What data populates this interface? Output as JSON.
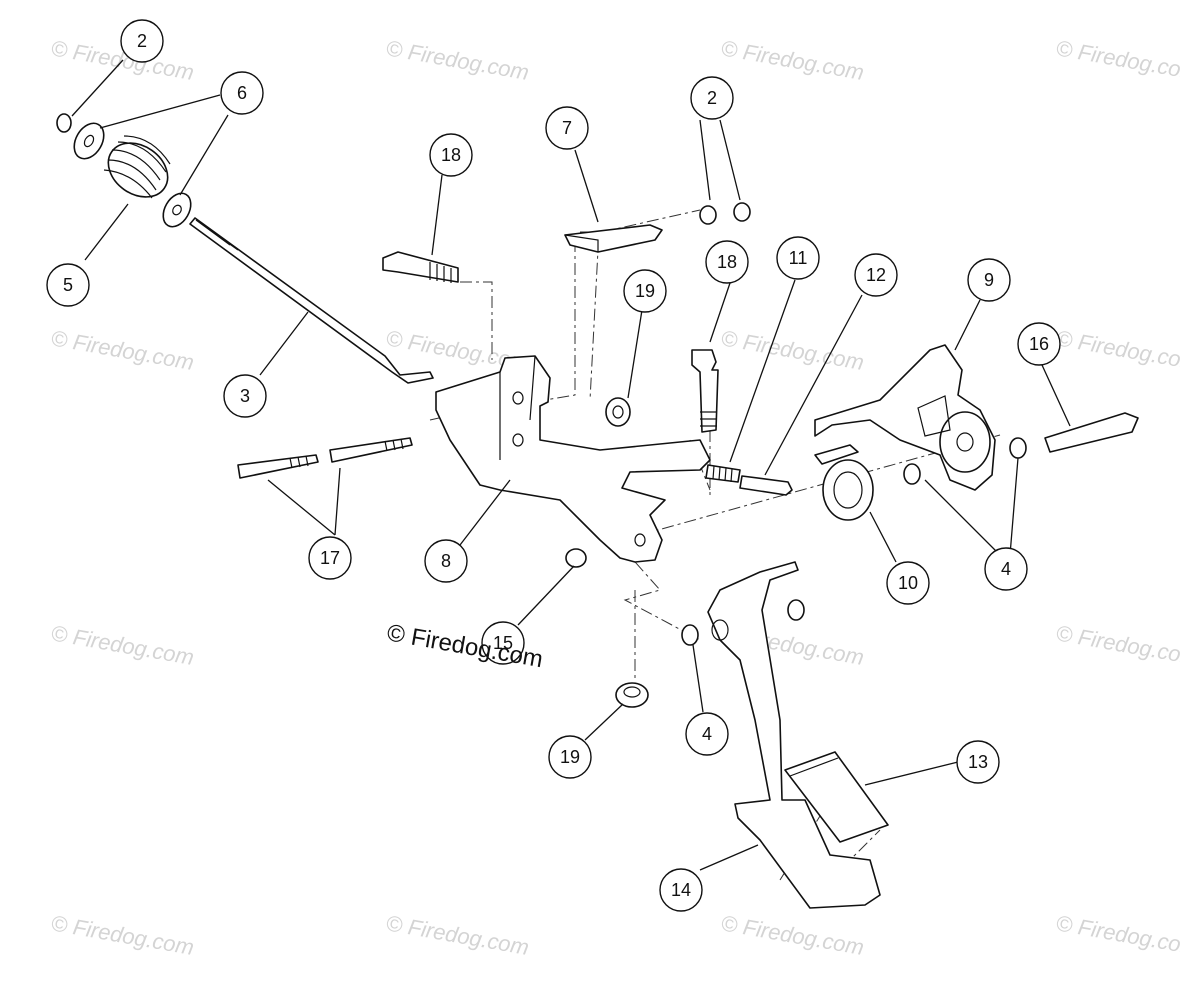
{
  "watermark": "© Firedog.com",
  "watermark_main": "© Firedog.com",
  "callouts": {
    "c2a": "2",
    "c6": "6",
    "c5": "5",
    "c3": "3",
    "c18a": "18",
    "c7": "7",
    "c2b": "2",
    "c18b": "18",
    "c19a": "19",
    "c11": "11",
    "c12": "12",
    "c9": "9",
    "c16": "16",
    "c17": "17",
    "c8": "8",
    "c10": "10",
    "c4a": "4",
    "c15": "15",
    "c4b": "4",
    "c19b": "19",
    "c13": "13",
    "c14": "14"
  }
}
